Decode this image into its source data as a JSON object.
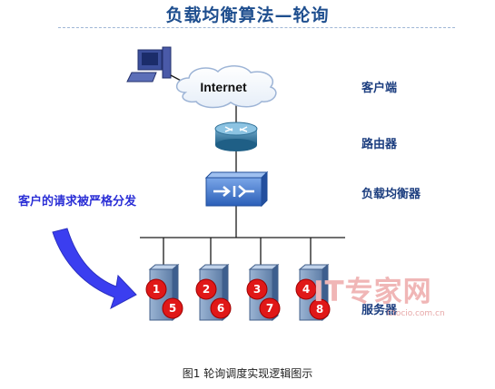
{
  "title": "负载均衡算法—轮询",
  "labels": {
    "client": "客户端",
    "router": "路由器",
    "balancer": "负载均衡器",
    "servers": "服务器"
  },
  "cloud_text": "Internet",
  "request_note": "客户的请求被严格分发",
  "servers": [
    {
      "top": "1",
      "bottom": "5"
    },
    {
      "top": "2",
      "bottom": "6"
    },
    {
      "top": "3",
      "bottom": "7"
    },
    {
      "top": "4",
      "bottom": "8"
    }
  ],
  "watermark": {
    "main": "IT专家网",
    "sub": "Ctocio.com.cn"
  },
  "caption": "图1 轮询调度实现逻辑图示",
  "colors": {
    "title": "#1f4f8f",
    "label": "#1b3d7f",
    "arrow": "#3b3ef0",
    "badge": "#e01818"
  }
}
